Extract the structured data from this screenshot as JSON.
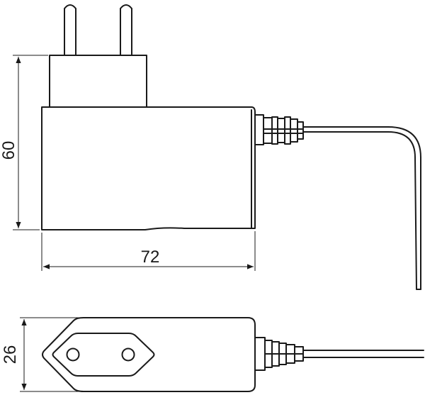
{
  "dimensions": {
    "height": "60",
    "width": "72",
    "depth": "26"
  },
  "colors": {
    "stroke": "#1a1a1a",
    "background": "#ffffff"
  }
}
